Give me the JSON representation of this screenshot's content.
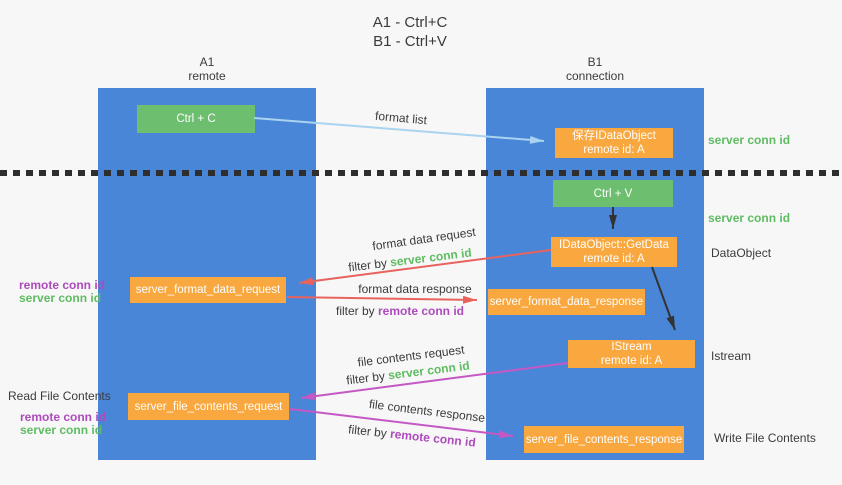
{
  "title": {
    "line1": "A1 - Ctrl+C",
    "line2": "B1 - Ctrl+V"
  },
  "lanes": {
    "a": {
      "name": "A1",
      "sub": "remote"
    },
    "b": {
      "name": "B1",
      "sub": "connection"
    }
  },
  "nodes": {
    "ctrl_c": {
      "label": "Ctrl + C"
    },
    "ctrl_v": {
      "label": "Ctrl + V"
    },
    "save_idataobject": {
      "line1": "保存IDataObject",
      "line2": "remote id: A"
    },
    "idataobject_getdata": {
      "line1": "IDataObject::GetData",
      "line2": "remote id: A"
    },
    "istream": {
      "line1": "IStream",
      "line2": "remote id: A"
    },
    "server_format_data_request": {
      "label": "server_format_data_request"
    },
    "server_format_data_response": {
      "label": "server_format_data_response"
    },
    "server_file_contents_request": {
      "label": "server_file_contents_request"
    },
    "server_file_contents_response": {
      "label": "server_file_contents_response"
    }
  },
  "edge_labels": {
    "format_list": "format list",
    "format_data_request": "format data request",
    "format_data_request_filter": {
      "prefix": "filter by ",
      "key": "server conn id"
    },
    "format_data_response": "format data response",
    "format_data_response_filter": {
      "prefix": "filter by ",
      "key": "remote conn id"
    },
    "file_contents_request": "file contents request",
    "file_contents_request_filter": {
      "prefix": "filter by ",
      "key": "server conn id"
    },
    "file_contents_response": "file contents response",
    "file_contents_response_filter": {
      "prefix": "filter by ",
      "key": "remote conn id"
    }
  },
  "side_labels": {
    "server_conn_id_right_top": "server conn id",
    "server_conn_id_right_mid": "server conn id",
    "dataobject_right": "DataObject",
    "istream_right": "Istream",
    "write_file_contents_right": "Write File Contents",
    "remote_conn_id_left_format": "remote conn id",
    "server_conn_id_left_format": "server conn id",
    "read_file_contents_left": "Read File Contents",
    "remote_conn_id_left_file": "remote conn id",
    "server_conn_id_left_file": "server conn id"
  },
  "colors": {
    "background": "#f7f7f7",
    "lane_blue": "#4a86d8",
    "box_green": "#6dbf6f",
    "box_orange": "#f9a840",
    "arrow_light_blue": "#a9d3ee",
    "arrow_red": "#e8625e",
    "arrow_magenta": "#c558c5",
    "arrow_black": "#333333",
    "text_green": "#5fbc62",
    "text_purple": "#ad4bbd",
    "text_dark": "#3b3b3b"
  }
}
